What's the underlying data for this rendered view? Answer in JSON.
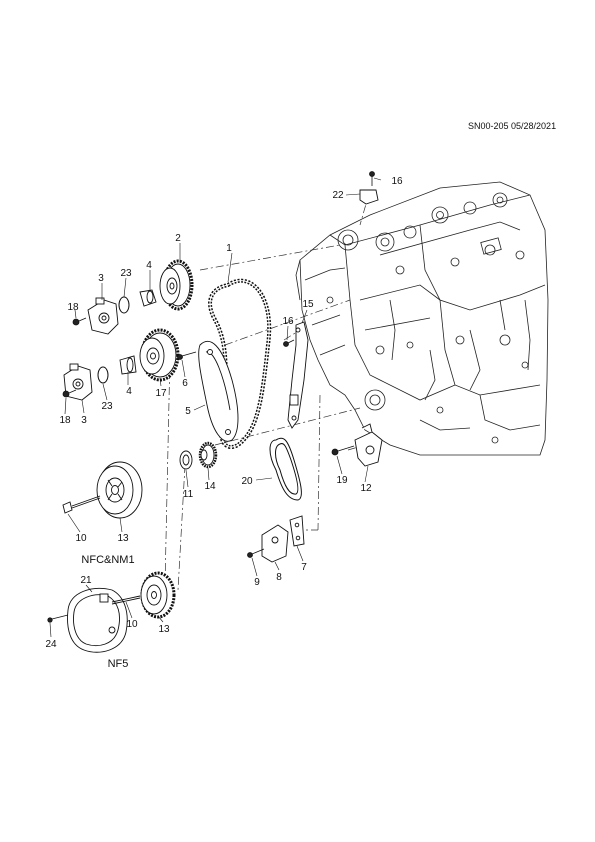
{
  "header": {
    "reference": "SN00-205 05/28/2021"
  },
  "variants": {
    "upper": "NFC&NM1",
    "lower": "NF5"
  },
  "callouts": {
    "c1": "1",
    "c2": "2",
    "c3a": "3",
    "c3b": "3",
    "c4a": "4",
    "c4b": "4",
    "c5": "5",
    "c6": "6",
    "c7": "7",
    "c8": "8",
    "c9": "9",
    "c10a": "10",
    "c10b": "10",
    "c11": "11",
    "c12": "12",
    "c13a": "13",
    "c13b": "13",
    "c14": "14",
    "c15": "15",
    "c16a": "16",
    "c16b": "16",
    "c17": "17",
    "c18a": "18",
    "c18b": "18",
    "c19": "19",
    "c20": "20",
    "c21": "21",
    "c22": "22",
    "c23a": "23",
    "c23b": "23",
    "c24": "24"
  }
}
